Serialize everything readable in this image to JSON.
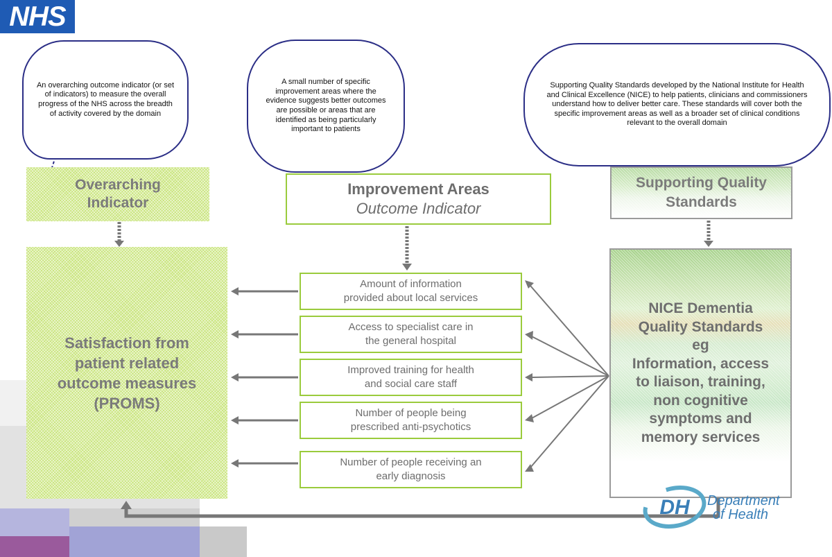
{
  "logos": {
    "nhs": "NHS",
    "dh_mark": "DH",
    "dh_line1": "Department",
    "dh_line2": "of Health"
  },
  "callouts": {
    "left": "An overarching outcome indicator (or set of indicators) to measure the overall progress of the NHS across the breadth of activity covered by the domain",
    "middle": "A small number of specific improvement areas where the evidence suggests better outcomes are possible or areas that are identified as being particularly important to patients",
    "right": "Supporting Quality Standards developed by the National Institute for Health and Clinical Excellence (NICE) to help patients, clinicians and commissioners understand how to deliver better care. These standards will cover both the specific improvement areas as well as a broader set of clinical conditions relevant to the overall domain"
  },
  "headers": {
    "overarching_line1": "Overarching",
    "overarching_line2": "Indicator",
    "improvement_line1": "Improvement Areas",
    "improvement_line2": "Outcome Indicator",
    "supporting_line1": "Supporting Quality",
    "supporting_line2": "Standards"
  },
  "satisfaction_box": {
    "line1": "Satisfaction from",
    "line2": "patient related",
    "line3": "outcome measures",
    "line4": "(PROMS)"
  },
  "improvement_items": [
    {
      "line1": "Amount of information",
      "line2": "provided about local services"
    },
    {
      "line1": "Access to specialist care in",
      "line2": "the general hospital"
    },
    {
      "line1": "Improved training for health",
      "line2": "and social care staff"
    },
    {
      "line1": "Number of people being",
      "line2": "prescribed anti-psychotics"
    },
    {
      "line1": "Number of people receiving an",
      "line2": "early diagnosis"
    }
  ],
  "nice_box": {
    "line1": "NICE Dementia",
    "line2": "Quality Standards",
    "line3": "eg",
    "line4": "Information, access",
    "line5": "to liaison, training,",
    "line6": "non cognitive",
    "line7": "symptoms and",
    "line8": "memory services"
  },
  "colors": {
    "green": "#9acb3c",
    "navy": "#2b2e86",
    "arrow_grey": "#777777",
    "nhs_blue": "#1f5bb4",
    "text_grey": "#7b7b7b"
  }
}
